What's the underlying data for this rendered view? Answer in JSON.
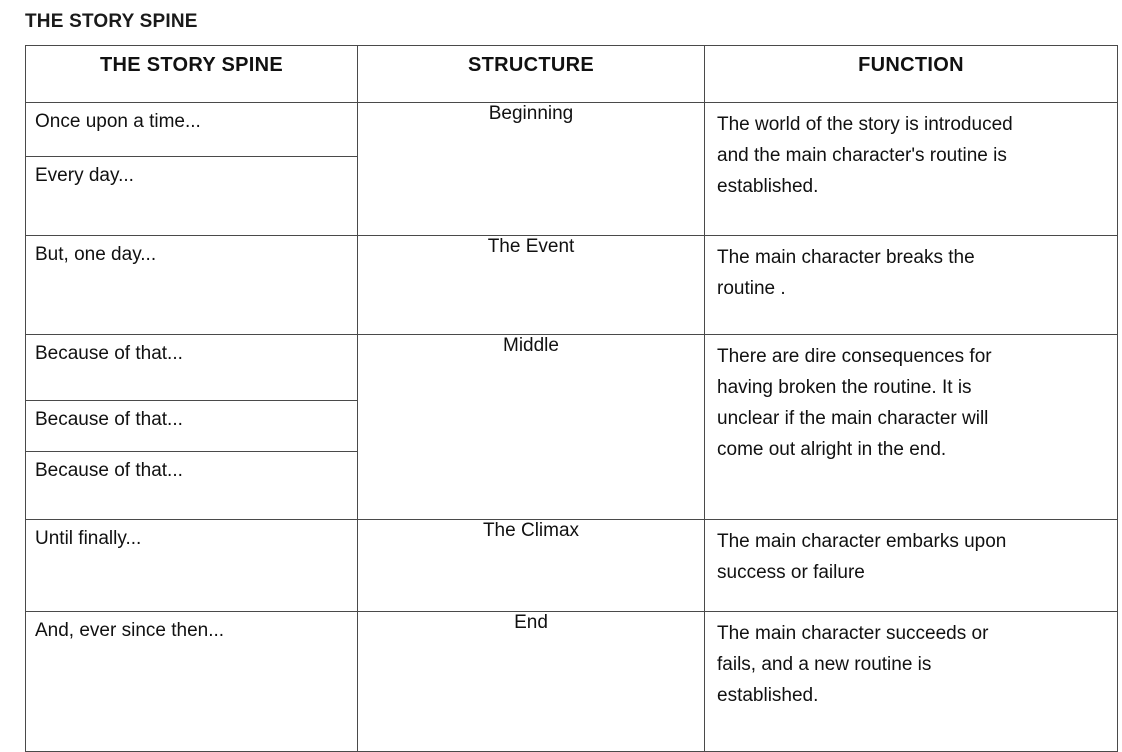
{
  "document": {
    "title": "THE STORY SPINE"
  },
  "table": {
    "headers": {
      "spine": "THE STORY SPINE",
      "structure": "STRUCTURE",
      "function": "FUNCTION"
    },
    "spine_prompts": [
      "Once upon  a time...",
      "Every day...",
      "But, one day...",
      "Because of that...",
      "Because of that...",
      "Because of that...",
      "Until finally...",
      "And, ever since then..."
    ],
    "structure": [
      "Beginning",
      "The Event",
      "Middle",
      "The Climax",
      "End"
    ],
    "function": [
      {
        "lines": [
          "The world of the story is introduced",
          "and the main character's routine is",
          "established."
        ]
      },
      {
        "lines": [
          "The main character breaks the",
          "routine ."
        ]
      },
      {
        "lines": [
          "There are dire consequences for",
          "having broken the routine. It is",
          "unclear if the main character will",
          "come out alright in the end."
        ]
      },
      {
        "lines": [
          "The main character embarks upon",
          "success or failure"
        ]
      },
      {
        "lines": [
          "The main character succeeds or",
          "fails, and a new routine is",
          "established."
        ]
      }
    ]
  },
  "colors": {
    "text": "#111111",
    "border": "#4a4a4a",
    "background": "#ffffff"
  }
}
